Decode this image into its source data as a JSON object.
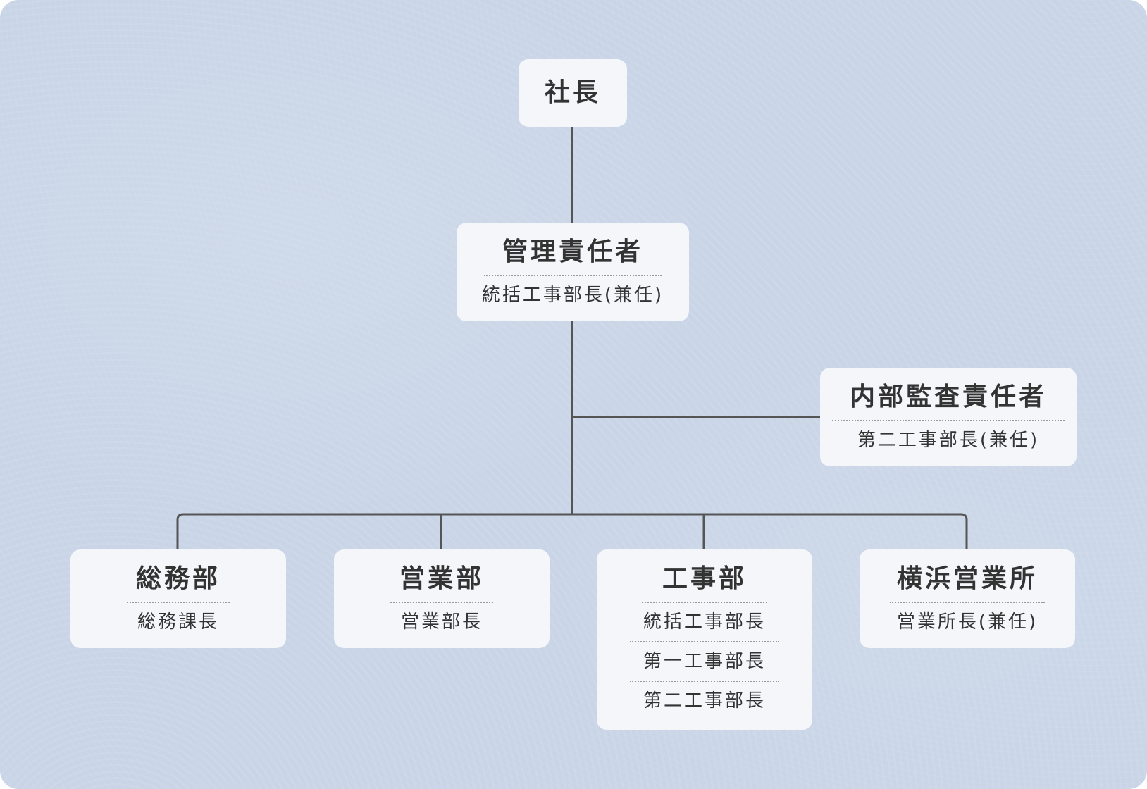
{
  "org_chart": {
    "top": {
      "title": "社長"
    },
    "manager": {
      "title": "管理責任者",
      "roles": [
        "統括工事部長(兼任)"
      ]
    },
    "audit": {
      "title": "内部監査責任者",
      "roles": [
        "第二工事部長(兼任)"
      ]
    },
    "departments": [
      {
        "title": "総務部",
        "roles": [
          "総務課長"
        ]
      },
      {
        "title": "営業部",
        "roles": [
          "営業部長"
        ]
      },
      {
        "title": "工事部",
        "roles": [
          "統括工事部長",
          "第一工事部長",
          "第二工事部長"
        ]
      },
      {
        "title": "横浜営業所",
        "roles": [
          "営業所長(兼任)"
        ]
      }
    ]
  },
  "colors": {
    "background": "#c9d5e7",
    "box": "#f4f6fa",
    "line": "#555555",
    "text": "#333333"
  }
}
